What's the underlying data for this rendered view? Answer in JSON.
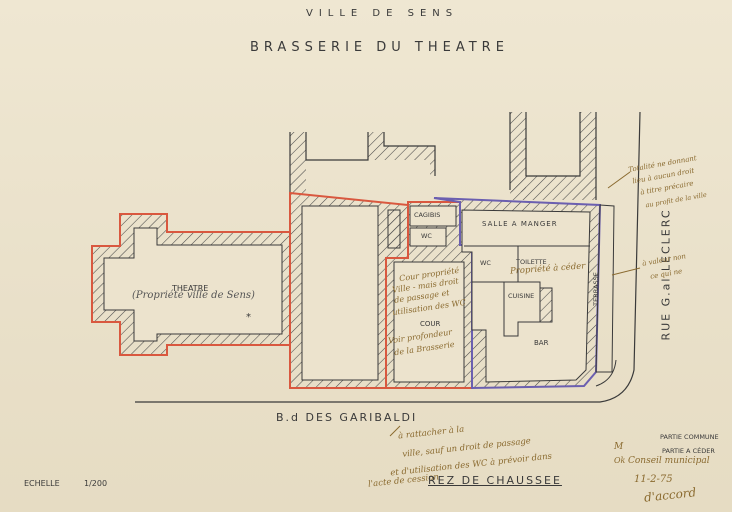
{
  "header": {
    "town": "VILLE DE SENS",
    "title": "BRASSERIE DU THEATRE"
  },
  "rooms": {
    "theatre": "THEATRE",
    "theatre_note": "(Propriété ville de Sens)",
    "cagibis": "CAGIBIS",
    "salle_a_manger": "SALLE A MANGER",
    "wc_small": "WC",
    "wc": "WC",
    "toilette": "TOILETTE",
    "cuisine": "CUISINE",
    "bar": "BAR",
    "cour": "COUR",
    "terrasse": "TERRASSE"
  },
  "streets": {
    "boulevard": "B.d DES GARIBALDI",
    "rue": "RUE G.al LECLERC"
  },
  "legend": {
    "partie_commune": "PARTIE COMMUNE",
    "partie_a_ceder": "PARTIE A CÉDER"
  },
  "footer": {
    "scale_label": "ECHELLE",
    "scale_value": "1/200",
    "level": "REZ DE CHAUSSEE"
  },
  "handwritten": {
    "cour_note_1": "Cour propriété",
    "cour_note_2": "Ville - mais droit",
    "cour_note_3": "de passage et",
    "cour_note_4": "utilisation des WC",
    "cour_note_5": "Voir profondeur",
    "cour_note_6": "de la Brasserie",
    "propriete_a_ceder": "Propriété à céder",
    "right_note_1": "Totalité ne donnant",
    "right_note_2": "lieu à aucun droit",
    "right_note_3": "à titre précaire",
    "right_note_4": "au profit de la ville",
    "right_note_5": "à valeur non",
    "right_note_6": "ce qui ne",
    "bottom_note_1": "à rattacher à la",
    "bottom_note_2": "ville, sauf un droit de passage",
    "bottom_note_3": "et d'utilisation des WC à prévoir dans",
    "bottom_note_4": "l'acte de cession",
    "sig_1": "M",
    "sig_2": "Ok",
    "sig_3": "Conseil municipal",
    "sig_4": "11-2-75",
    "sig_5": "d'accord"
  },
  "colors": {
    "ink": "#3a3a3a",
    "red": "#d9583f",
    "purple": "#6b5fb0",
    "pencil": "#8a6a2f",
    "paper": "#ece3cd"
  }
}
